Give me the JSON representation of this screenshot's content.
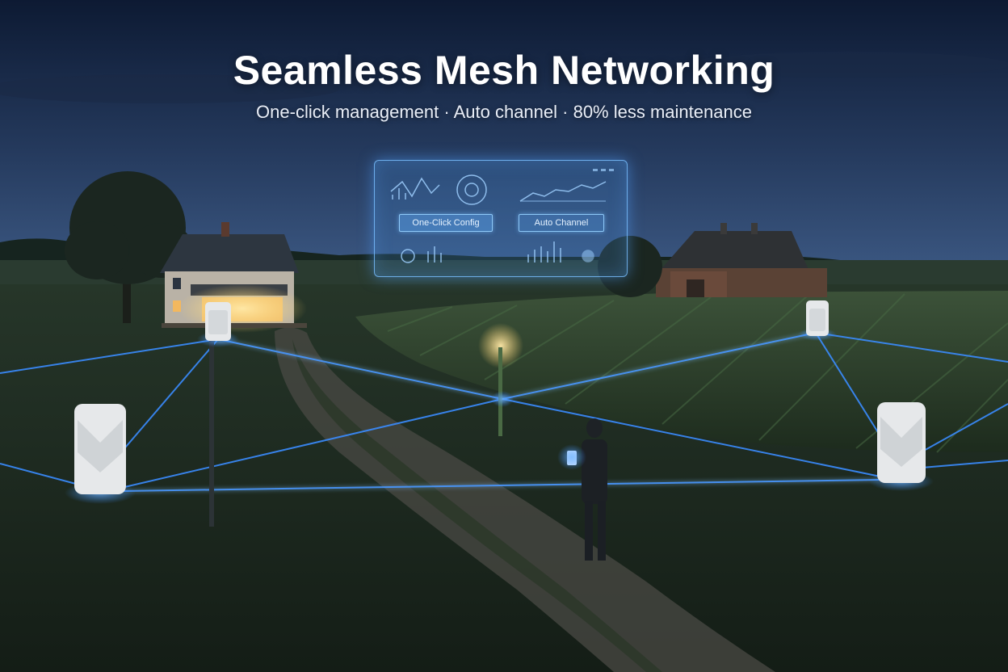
{
  "hero": {
    "title": "Seamless Mesh Networking",
    "subtitle": "One-click management · Auto channel · 80% less maintenance"
  },
  "dashboard": {
    "one_click_label": "One-Click Config",
    "auto_channel_label": "Auto Channel"
  },
  "colors": {
    "sky_top": "#0d1a33",
    "sky_horizon": "#3a5680",
    "mesh_link": "#3a8cff",
    "holo_panel": "#5aa6f0",
    "field": "#1c2a1f"
  }
}
